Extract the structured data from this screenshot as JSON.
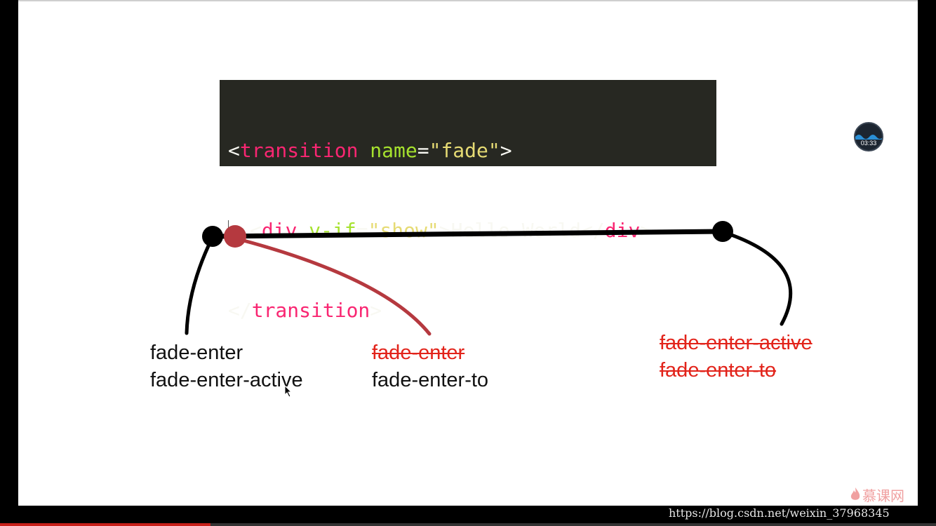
{
  "code": {
    "line1": {
      "lt": "<",
      "tag": "transition",
      "attr": "name",
      "eq": "=",
      "val": "\"fade\"",
      "gt": ">"
    },
    "line2": {
      "lt": "<",
      "tag": "div",
      "attr": "v-if",
      "eq": "=",
      "val": "\"show\"",
      "gt": ">",
      "text": "Hello World",
      "close_lt": "</",
      "close_tag": "div",
      "close_gt": ">"
    },
    "line3": {
      "lt": "</",
      "tag": "transition",
      "gt": ">"
    }
  },
  "timeline": {
    "start_labels": [
      "fade-enter",
      "fade-enter-active"
    ],
    "next_frame_labels": [
      "fade-enter",
      "fade-enter-to"
    ],
    "end_labels": [
      "fade-enter-active",
      "fade-enter-to"
    ]
  },
  "player": {
    "timer": "03:33",
    "progress": 0.225
  },
  "brand": {
    "name": "慕课网"
  },
  "watermark": "https://blog.csdn.net/weixin_37968345",
  "colors": {
    "code_bg": "#272822",
    "tag": "#f92672",
    "attr": "#a6e22e",
    "string": "#e6db74",
    "timeline_black": "#000000",
    "timeline_red": "#b5393f",
    "strike_red": "#e2231a"
  }
}
